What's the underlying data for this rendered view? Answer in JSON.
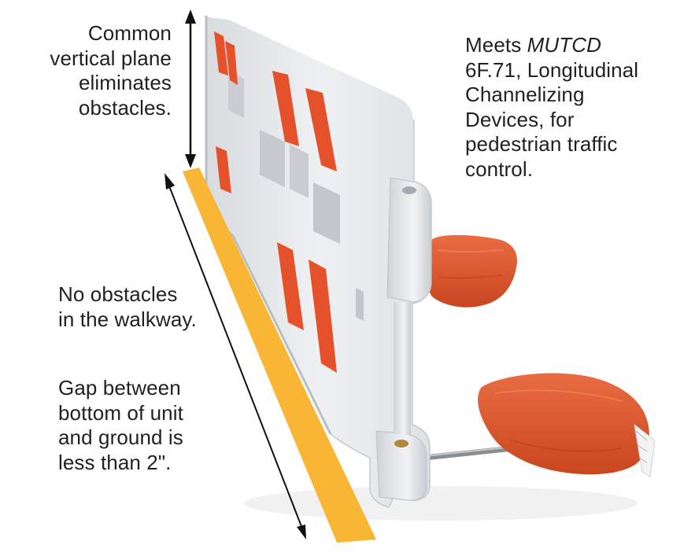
{
  "callouts": {
    "common_plane": [
      "Common",
      "vertical plane",
      "eliminates",
      "obstacles."
    ],
    "mutcd": {
      "prefix": "Meets ",
      "standard": "MUTCD",
      "lines": [
        "6F.71, Longitudinal",
        "Channelizing",
        "Devices, for",
        "pedestrian traffic",
        "control."
      ]
    },
    "no_obstacles": [
      "No obstacles",
      "in the walkway."
    ],
    "gap": [
      "Gap between",
      "bottom of unit",
      "and ground is",
      "less than 2\"."
    ]
  },
  "colors": {
    "barrier": "#e9ebee",
    "stripe_orange": "#e4512a",
    "sandbag": "#dd5a31",
    "walkway_line": "#f9b534",
    "arrow": "#111111",
    "text": "#231f20"
  }
}
